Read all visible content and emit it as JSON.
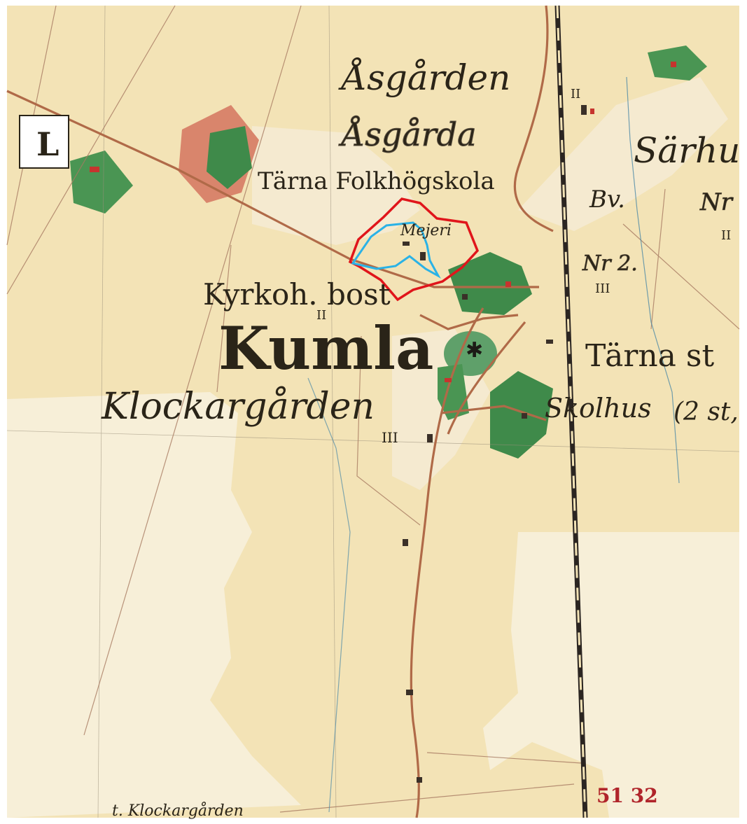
{
  "map": {
    "colors": {
      "paper": "#f3e3b6",
      "field": "#f0dba4",
      "meadow": "#f6ecd2",
      "forest": "#3f8a4a",
      "road": "#b06a48",
      "railway": "#2b2521",
      "red_outline": "#e0151b",
      "blue_outline": "#2ab2e6"
    },
    "labels": {
      "asgarden": "Åsgården",
      "asgarda": "Åsgårda",
      "sarhu": "Särhu",
      "tarna_folkhogskola": "Tärna Folkhögskola",
      "mejeri": "Mejeri",
      "bv": "Bv.",
      "nr2": "Nr 2.",
      "nr_right": "Nr",
      "kyrkoh_bost": "Kyrkoh. bost",
      "kumla": "Kumla",
      "klockargarden": "Klockargården",
      "tarna_st": "Tärna st",
      "skolhus": "Skolhus",
      "skolhus_note": "(2 st,",
      "roman_ii_a": "II",
      "roman_ii_b": "II",
      "roman_iii_a": "III",
      "roman_iii_b": "III",
      "roman_ii_right": "II",
      "sheet_number": "51 32",
      "small_klockargarden": "t. Klockargården",
      "l_sign": "L"
    }
  }
}
